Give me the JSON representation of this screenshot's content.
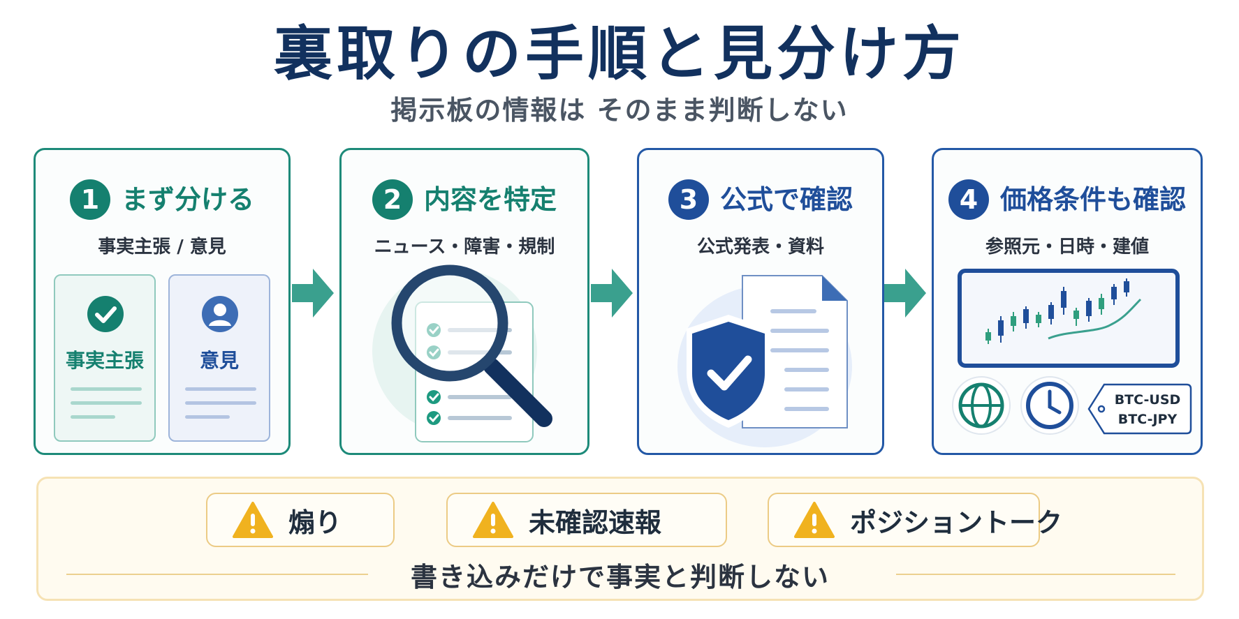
{
  "header": {
    "title": "裏取りの手順と見分け方",
    "subtitle": "掲示板の情報は そのまま判断しない"
  },
  "colors": {
    "navy": "#12315e",
    "teal": "#15806f",
    "blue": "#1f4e9a",
    "warning": "#f0b21f",
    "banner_bg": "#fffbf0"
  },
  "steps": [
    {
      "number": "1",
      "title": "まず分ける",
      "subtitle": "事実主張 / 意見",
      "panels": [
        {
          "label": "事実主張",
          "icon": "check-circle-icon"
        },
        {
          "label": "意見",
          "icon": "person-icon"
        }
      ]
    },
    {
      "number": "2",
      "title": "内容を特定",
      "subtitle": "ニュース・障害・規制",
      "icon": "magnifier-checklist-icon"
    },
    {
      "number": "3",
      "title": "公式で確認",
      "subtitle": "公式発表・資料",
      "icon": "shield-document-icon"
    },
    {
      "number": "4",
      "title": "価格条件も確認",
      "subtitle": "参照元・日時・建値",
      "icons": [
        "candlestick-chart-icon",
        "globe-icon",
        "clock-icon",
        "price-tag-icon"
      ],
      "pairs": [
        "BTC-USD",
        "BTC-JPY"
      ]
    }
  ],
  "warnings": {
    "tags": [
      {
        "label": "煽り",
        "icon": "warning-icon"
      },
      {
        "label": "未確認速報",
        "icon": "warning-icon"
      },
      {
        "label": "ポジショントーク",
        "icon": "warning-icon"
      }
    ],
    "footer": "書き込みだけで事実と判断しない"
  }
}
